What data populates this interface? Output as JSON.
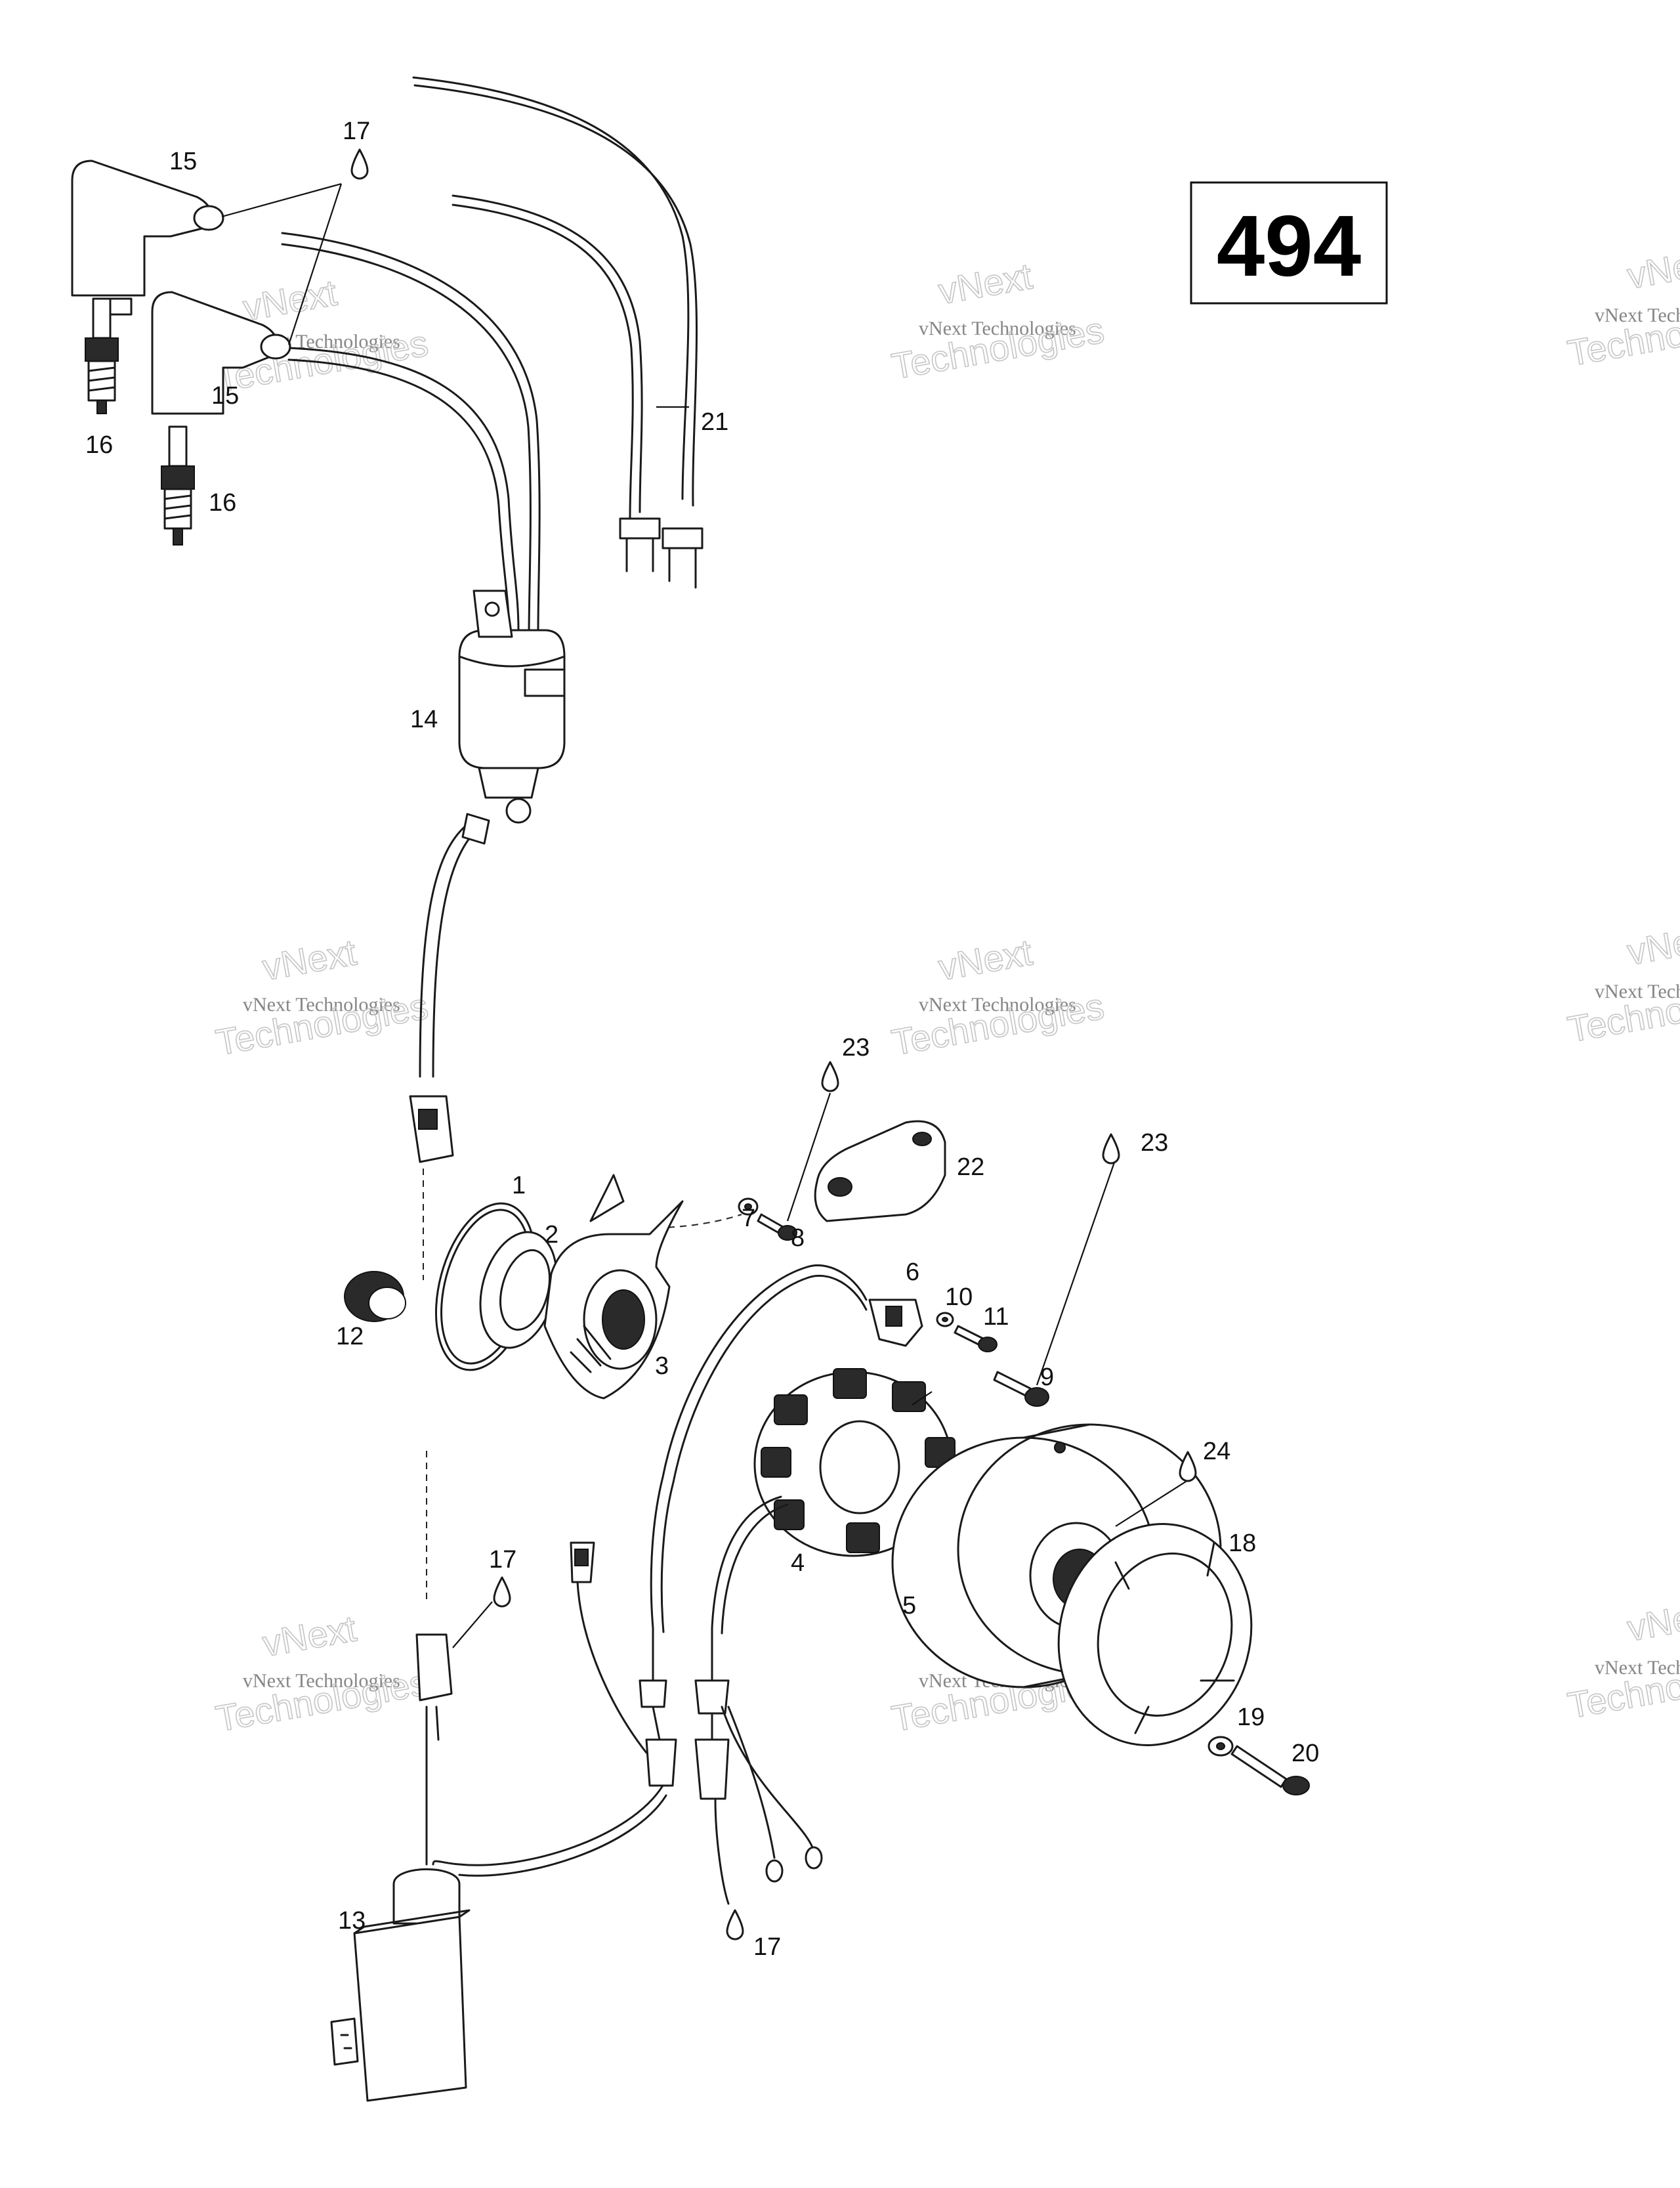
{
  "page_number": "494",
  "watermark": {
    "line1": "vNext Technologies",
    "line2": "vNext",
    "line3": "Technologies"
  },
  "callouts": {
    "c1": "1",
    "c2": "2",
    "c3": "3",
    "c4": "4",
    "c5": "5",
    "c6": "6",
    "c7": "7",
    "c8": "8",
    "c9": "9",
    "c10": "10",
    "c11": "11",
    "c12": "12",
    "c13": "13",
    "c14": "14",
    "c15a": "15",
    "c15b": "15",
    "c16a": "16",
    "c16b": "16",
    "c17a": "17",
    "c17b": "17",
    "c17c": "17",
    "c18": "18",
    "c19": "19",
    "c20": "20",
    "c21": "21",
    "c22": "22",
    "c23a": "23",
    "c23b": "23",
    "c24": "24"
  }
}
